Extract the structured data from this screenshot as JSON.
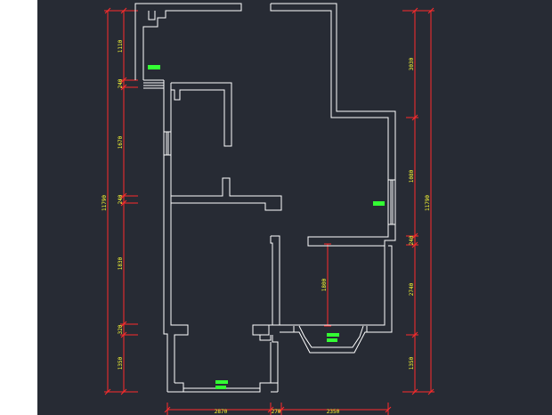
{
  "app": {
    "panel": "CAD floor plan drawing"
  },
  "theme": {
    "background_light": "#ffffff",
    "model_space": "#272b34",
    "wall_color": "#ffffff",
    "dimension_color": "#ff2b2b",
    "dimension_text_color": "#ffff33",
    "room_marker_color": "#33ff33"
  },
  "dimensions": {
    "left": {
      "a": "1110",
      "b": "240",
      "c": "1670",
      "d": "240",
      "e": "1830",
      "f": "320",
      "g": "1350",
      "total": "11790"
    },
    "right": {
      "a": "3030",
      "b": "1080",
      "c": "240",
      "d": "2740",
      "e": "1350",
      "total": "11790"
    },
    "bottom": {
      "a": "2870",
      "b": "270",
      "c": "2350"
    },
    "interior": {
      "balcony_depth": "1800"
    }
  },
  "room_markers": [
    "marker-top-left",
    "marker-right",
    "marker-bay",
    "marker-bottom"
  ]
}
